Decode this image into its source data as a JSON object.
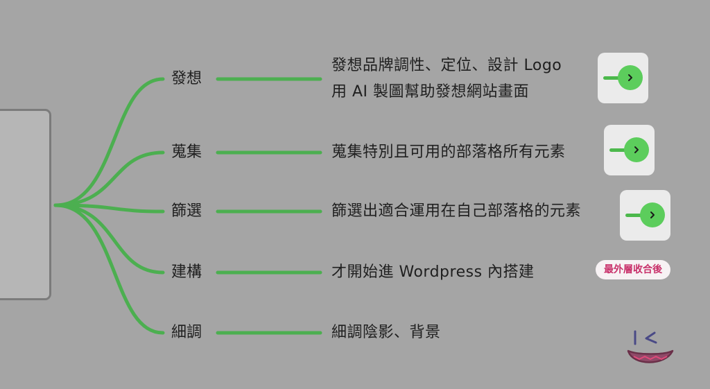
{
  "mindmap": {
    "branches": [
      {
        "label": "發想",
        "lines": [
          "發想品牌調性、定位、設計 Logo",
          "用 AI 製圖幫助發想網站畫面"
        ],
        "has_expand": true
      },
      {
        "label": "蒐集",
        "lines": [
          "蒐集特別且可用的部落格所有元素"
        ],
        "has_expand": true
      },
      {
        "label": "篩選",
        "lines": [
          "篩選出適合運用在自己部落格的元素"
        ],
        "has_expand": true
      },
      {
        "label": "建構",
        "lines": [
          "才開始進 Wordpress 內搭建"
        ],
        "has_expand": false
      },
      {
        "label": "細調",
        "lines": [
          "細調陰影、背景"
        ],
        "has_expand": false
      }
    ],
    "badge": "最外層收合後",
    "expand_icon": "chevron-right-icon",
    "sticker_icon": "smiling-face-icon",
    "colors": {
      "background": "#a5a5a5",
      "connector": "#4caf50",
      "expand_knob": "#5ccd5c",
      "badge_text": "#c8306a"
    }
  }
}
